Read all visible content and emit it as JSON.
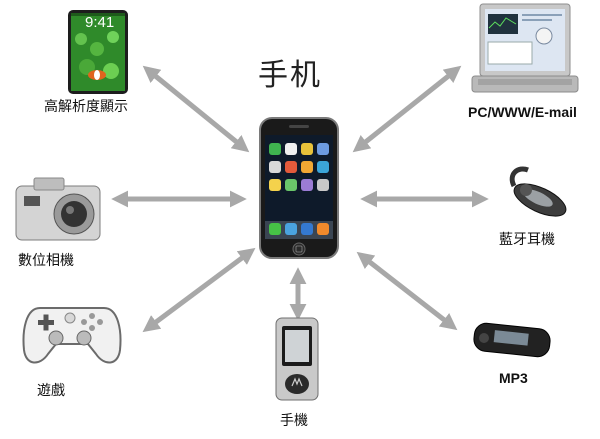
{
  "center": {
    "title": "手机"
  },
  "nodes": {
    "display": {
      "label": "高解析度顯示",
      "screen_time": "9:41",
      "icon": "iphone-wallpaper-icon"
    },
    "computer": {
      "label": "PC/WWW/E-mail",
      "icon": "laptop-icon"
    },
    "camera": {
      "label": "數位相機",
      "icon": "digital-camera-icon"
    },
    "headset": {
      "label": "藍牙耳機",
      "icon": "bluetooth-headset-icon"
    },
    "game": {
      "label": "遊戲",
      "icon": "game-controller-icon"
    },
    "mp3": {
      "label": "MP3",
      "icon": "mp3-player-icon"
    },
    "flip_phone": {
      "label": "手機",
      "icon": "flip-phone-icon"
    }
  },
  "colors": {
    "arrow": "#a8a8a8",
    "text": "#111111",
    "background": "#ffffff"
  }
}
